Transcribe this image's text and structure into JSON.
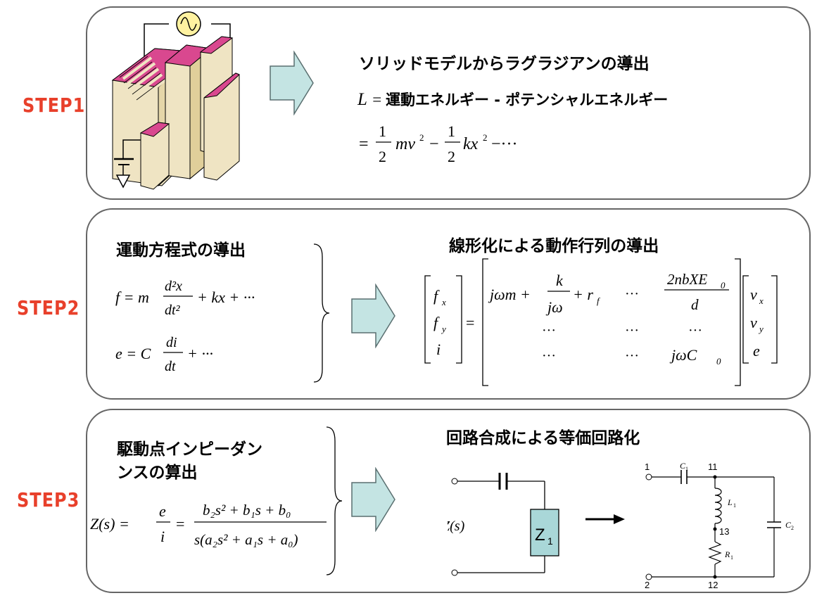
{
  "steps": {
    "step1": "STEP1",
    "step2": "STEP2",
    "step3": "STEP3"
  },
  "panel1": {
    "heading": "ソリッドモデルからラグラジアンの導出",
    "lagrangian_lhs": "L",
    "lagrangian_rhs": "運動エネルギー - ポテンシャルエネルギー",
    "expansion": {
      "half": "1",
      "two": "2",
      "term1": "mv",
      "term2": "kx",
      "tail": "−···"
    }
  },
  "panel2": {
    "heading_left": "運動方程式の導出",
    "heading_right": "線形化による動作行列の導出",
    "eq_force": {
      "lhs": "f = m",
      "num": "d²x",
      "den": "dt²",
      "tail": "+ kx + ···"
    },
    "eq_voltage": {
      "lhs": "e = C",
      "num": "di",
      "den": "dt",
      "tail": "+ ···"
    },
    "matrix": {
      "lhs_vector": [
        "f",
        "f",
        "i"
      ],
      "lhs_subscripts": [
        "x",
        "y",
        ""
      ],
      "rhs_vector": [
        "v",
        "v",
        "e"
      ],
      "rhs_subscripts": [
        "x",
        "y",
        ""
      ],
      "cells": {
        "r0c0_a": "jωm +",
        "r0c0_num": "k",
        "r0c0_den": "jω",
        "r0c0_b": "+ r",
        "r0c0_sub": "f",
        "r0c2_num": "2nbXE",
        "r0c2_num_sub": "0",
        "r0c2_den": "d",
        "r2c2": "jωC",
        "r2c2_sub": "0",
        "dots": "···"
      }
    }
  },
  "panel3": {
    "heading_left_line1": "駆動点インピーダン",
    "heading_left_line2": "ンスの算出",
    "heading_right": "回路合成による等価回路化",
    "impedance": {
      "lhs": "Z(s) =",
      "frac_num": "e",
      "frac_den": "i",
      "eq": "=",
      "num": "b₂s² + b₁s + b₀",
      "den": "s(a₂s² + a₁s + a₀)"
    },
    "circuit_left": {
      "zs_label": "Z(s)",
      "box_label": "Z",
      "box_sub": "1"
    },
    "circuit_right": {
      "node_1": "1",
      "node_2": "2",
      "node_11": "11",
      "node_12": "12",
      "node_13": "13",
      "c1": "C",
      "c1_sub": "1",
      "l1": "L",
      "l1_sub": "1",
      "r1": "R",
      "r1_sub": "1",
      "c2": "C",
      "c2_sub": "2"
    }
  },
  "colors": {
    "step_label": "#e8402b",
    "arrow_fill": "#c4e4e3",
    "arrow_stroke": "#5a6f70",
    "device_magenta": "#d9488f",
    "device_beige": "#efe4c3",
    "source_yellow": "#fff2a0",
    "z1_box": "#a9d7d8"
  }
}
